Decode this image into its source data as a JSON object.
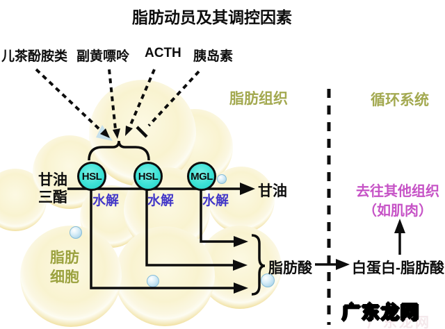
{
  "title": "脂肪动员及其调控因素",
  "regulators": {
    "catecholamines": "儿茶酚胺类",
    "paraxanthine": "副黄嘌呤",
    "acth": "ACTH",
    "insulin": "胰岛素"
  },
  "regions": {
    "adipose": "脂肪组织",
    "circulatory": "循环系统"
  },
  "substrate": {
    "line1": "甘油",
    "line2": "三酯"
  },
  "enzymes": {
    "hsl1": "HSL",
    "hsl2": "HSL",
    "mgl": "MGL"
  },
  "hydrolysis": {
    "h1": "水解",
    "h2": "水解",
    "h3": "水解"
  },
  "products": {
    "glycerol": "甘油",
    "fatty_acid": "脂肪酸",
    "albumin_fatty_acid": "白蛋白-脂肪酸"
  },
  "destination": {
    "line1": "去往其他组织",
    "line2": "（如肌肉）"
  },
  "cell": {
    "line1": "脂肪",
    "line2": "细胞"
  },
  "watermark": "广东龙网",
  "colors": {
    "enzyme_fill": "#3ce2d6",
    "hydrolysis_text": "#4338c8",
    "region_text": "#a3a950",
    "destination_text": "#c653c6",
    "cell_rim": "#ddbc55",
    "line": "#0d0d0d"
  }
}
